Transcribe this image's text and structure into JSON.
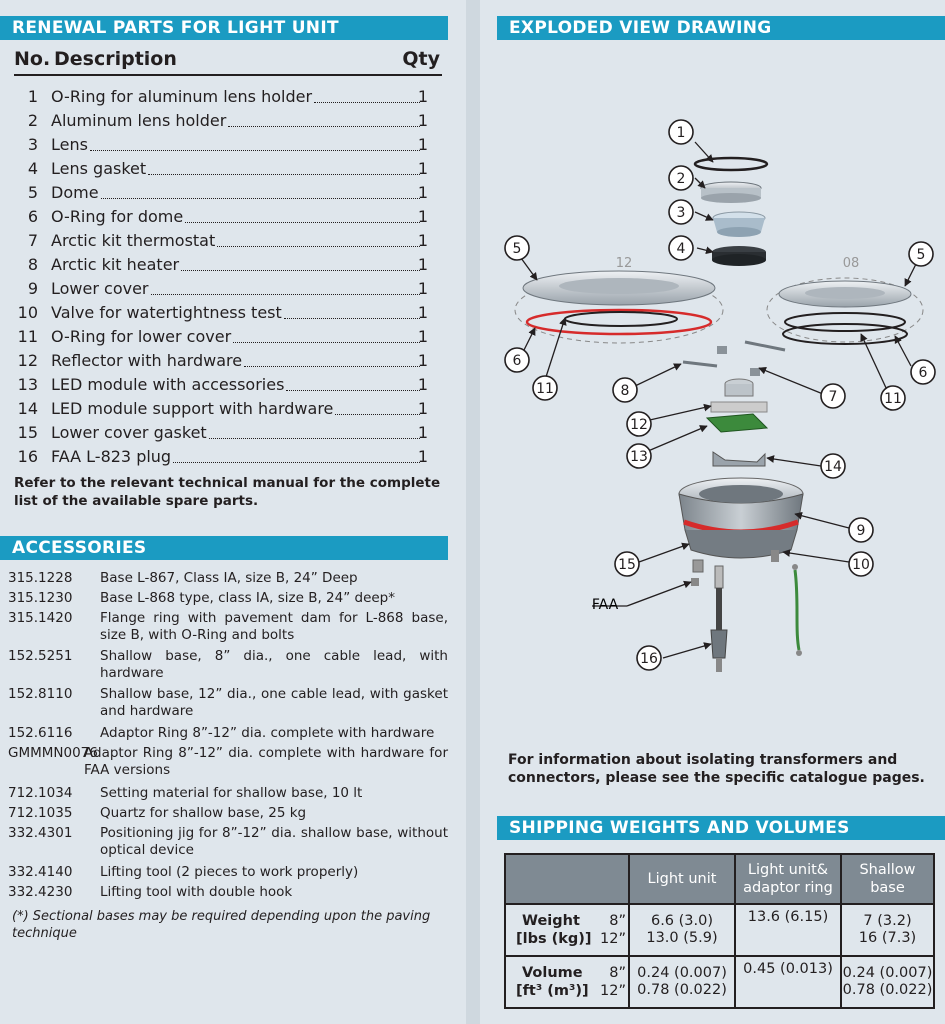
{
  "left": {
    "renewal_title": "RENEWAL PARTS FOR LIGHT UNIT",
    "header": {
      "no": "No.",
      "description": "Description",
      "qty": "Qty"
    },
    "parts": [
      {
        "no": "1",
        "desc": "O-Ring for aluminum lens holder",
        "qty": "1"
      },
      {
        "no": "2",
        "desc": "Aluminum lens holder",
        "qty": "1"
      },
      {
        "no": "3",
        "desc": "Lens",
        "qty": "1"
      },
      {
        "no": "4",
        "desc": "Lens gasket",
        "qty": "1"
      },
      {
        "no": "5",
        "desc": "Dome",
        "qty": "1"
      },
      {
        "no": "6",
        "desc": "O-Ring for dome",
        "qty": "1"
      },
      {
        "no": "7",
        "desc": "Arctic kit thermostat",
        "qty": "1"
      },
      {
        "no": "8",
        "desc": "Arctic kit heater",
        "qty": "1"
      },
      {
        "no": "9",
        "desc": "Lower cover",
        "qty": "1"
      },
      {
        "no": "10",
        "desc": "Valve for watertightness test",
        "qty": "1"
      },
      {
        "no": "11",
        "desc": "O-Ring for lower cover",
        "qty": "1"
      },
      {
        "no": "12",
        "desc": "Reflector with hardware",
        "qty": "1"
      },
      {
        "no": "13",
        "desc": "LED module with accessories",
        "qty": "1"
      },
      {
        "no": "14",
        "desc": "LED module support with hardware",
        "qty": "1"
      },
      {
        "no": "15",
        "desc": "Lower cover gasket",
        "qty": "1"
      },
      {
        "no": "16",
        "desc": "FAA L-823 plug",
        "qty": "1"
      }
    ],
    "refer_note": "Refer to the relevant technical manual for the complete list of the available spare parts.",
    "accessories_title": "ACCESSORIES",
    "accessories": [
      {
        "code": "315.1228",
        "desc": "Base L-867, Class IA, size B, 24” Deep"
      },
      {
        "code": "315.1230",
        "desc": "Base L-868 type, class IA, size B, 24” deep*"
      },
      {
        "code": "315.1420",
        "desc": "Flange ring with pavement dam for L-868 base, size B, with O-Ring and bolts"
      },
      {
        "code": "152.5251",
        "desc": "Shallow base, 8” dia., one cable lead, with hardware"
      },
      {
        "code": "152.8110",
        "desc": "Shallow base, 12” dia., one cable lead, with gasket and hardware"
      },
      {
        "code": "152.6116",
        "desc": "Adaptor Ring 8”-12” dia. complete with hardware"
      },
      {
        "code": "GMMMN0076",
        "desc": "Adaptor Ring 8”-12” dia. complete with hardware for FAA versions"
      },
      {
        "code": "712.1034",
        "desc": "Setting material for shallow base, 10 lt"
      },
      {
        "code": "712.1035",
        "desc": "Quartz for shallow base, 25 kg"
      },
      {
        "code": "332.4301",
        "desc": "Positioning jig for 8”-12” dia. shallow base, without optical device"
      },
      {
        "code": "332.4140",
        "desc": "Lifting tool (2 pieces to work properly)"
      },
      {
        "code": "332.4230",
        "desc": "Lifting tool with double hook"
      }
    ],
    "footnote": "(*) Sectional bases may be required depending upon the paving technique"
  },
  "right": {
    "exploded_title": "EXPLODED VIEW DRAWING",
    "drawing": {
      "callouts": [
        "1",
        "2",
        "3",
        "4",
        "5",
        "5",
        "6",
        "6",
        "7",
        "8",
        "9",
        "10",
        "11",
        "11",
        "12",
        "13",
        "14",
        "15",
        "16"
      ],
      "size_labels": [
        "12",
        "08"
      ],
      "faa_label": "FAA"
    },
    "info_note": "For information about isolating transformers and connectors, please see the specific catalogue pages.",
    "shipping_title": "SHIPPING WEIGHTS AND VOLUMES",
    "table": {
      "headers": [
        "Light unit",
        "Light unit& adaptor ring",
        "Shallow base"
      ],
      "rows": [
        {
          "label_1": "Weight",
          "label_2": "[lbs (kg)]",
          "sizes": [
            "8”",
            "12”"
          ],
          "light_unit": [
            "6.6 (3.0)",
            "13.0 (5.9)"
          ],
          "adaptor": [
            "13.6 (6.15)"
          ],
          "shallow": [
            "7 (3.2)",
            "16 (7.3)"
          ]
        },
        {
          "label_1": "Volume",
          "label_2": "[ft³ (m³)]",
          "sizes": [
            "8”",
            "12”"
          ],
          "light_unit": [
            "0.24 (0.007)",
            "0.78 (0.022)"
          ],
          "adaptor": [
            "0.45 (0.013)"
          ],
          "shallow": [
            "0.24 (0.007)",
            "0.78 (0.022)"
          ]
        }
      ]
    }
  },
  "colors": {
    "banner": "#1b9bc2",
    "background": "#dfe6ec",
    "table_header": "#7f8a93",
    "ring_red": "#d62b2b"
  }
}
